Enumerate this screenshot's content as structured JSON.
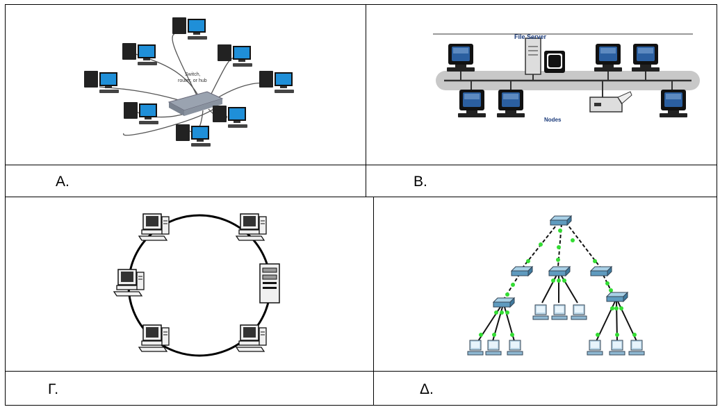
{
  "cells": [
    {
      "label": "A.",
      "image": "star-topology-network",
      "hub_label_line1": "Switch,",
      "hub_label_line2": "router, or hub"
    },
    {
      "label": "B.",
      "image": "bus-topology-network",
      "server_label": "File Server",
      "nodes_label": "Nodes"
    },
    {
      "label": "Γ.",
      "image": "ring-topology-network"
    },
    {
      "label": "Δ.",
      "image": "tree-topology-network"
    }
  ],
  "colors": {
    "border": "#000000",
    "bus": "#c8c8c8",
    "screen": "#1a4a8a",
    "link_dot": "#33dd33",
    "switch": "#6fa8c8"
  }
}
